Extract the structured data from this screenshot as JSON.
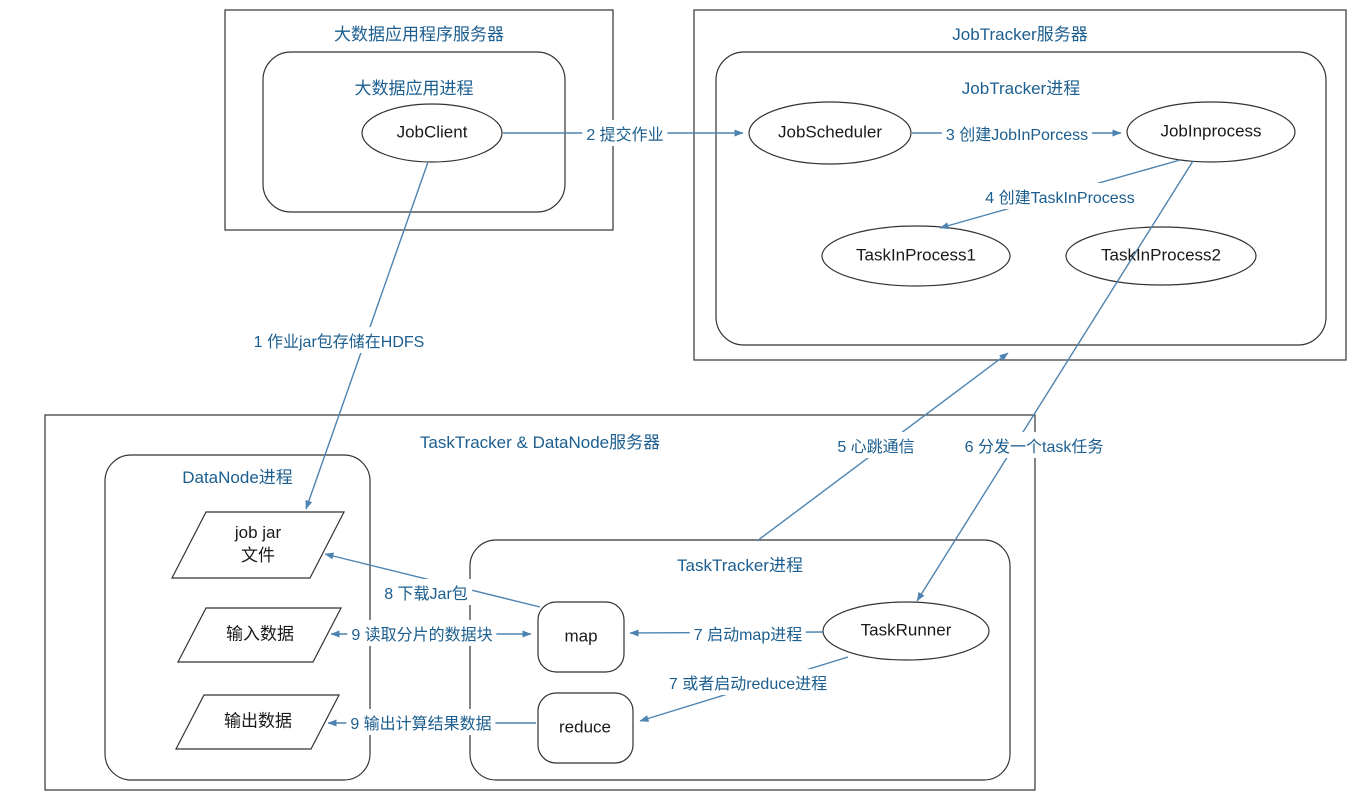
{
  "colors": {
    "accent-text": "#1b5e8f",
    "line": "#4d83b0",
    "shape-stroke": "#333333"
  },
  "boxes": {
    "app_server": {
      "title": "大数据应用程序服务器"
    },
    "app_process": {
      "title": "大数据应用进程"
    },
    "jobtracker_server": {
      "title": "JobTracker服务器"
    },
    "jobtracker_process": {
      "title": "JobTracker进程"
    },
    "tasktracker_server": {
      "title": "TaskTracker & DataNode服务器"
    },
    "datanode_process": {
      "title": "DataNode进程"
    },
    "tasktracker_process": {
      "title": "TaskTracker进程"
    }
  },
  "nodes": {
    "job_client": "JobClient",
    "job_scheduler": "JobScheduler",
    "job_inprocess": "JobInprocess",
    "task_in_process_1": "TaskInProcess1",
    "task_in_process_2": "TaskInProcess2",
    "task_runner": "TaskRunner",
    "map": "map",
    "reduce": "reduce",
    "job_jar_line1": "job jar",
    "job_jar_line2": "文件",
    "input_data": "输入数据",
    "output_data": "输出数据"
  },
  "edges": {
    "e1": "1 作业jar包存储在HDFS",
    "e2": "2 提交作业",
    "e3": "3 创建JobInPorcess",
    "e4": "4 创建TaskInProcess",
    "e5": "5 心跳通信",
    "e6": "6 分发一个task任务",
    "e7_map": "7 启动map进程",
    "e7_reduce": "7 或者启动reduce进程",
    "e8": "8 下载Jar包",
    "e9_read": "9 读取分片的数据块",
    "e9_write": "9 输出计算结果数据"
  }
}
